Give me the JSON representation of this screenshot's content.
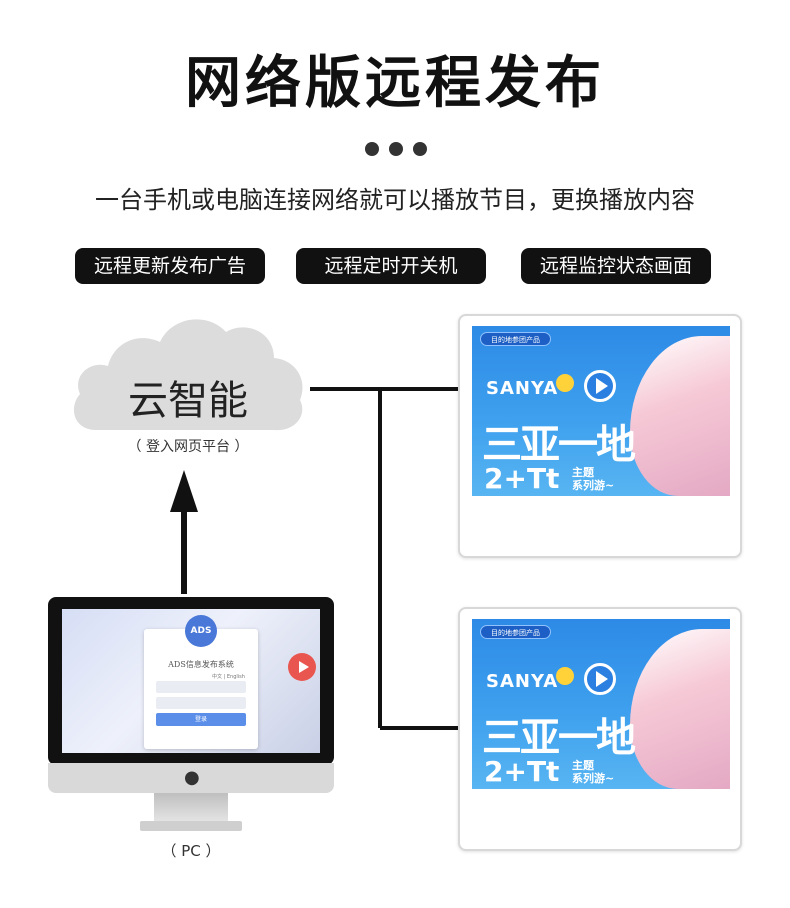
{
  "title": "网络版远程发布",
  "subtitle": "一台手机或电脑连接网络就可以播放节目，更换播放内容",
  "features": [
    "远程更新发布广告",
    "远程定时开关机",
    "远程监控状态画面"
  ],
  "cloud": {
    "label": "云智能",
    "note": "（ 登入网页平台 ）"
  },
  "pc": {
    "label": "（ PC ）",
    "screen": {
      "logo": "ADS",
      "login_title": "ADS信息发布系统",
      "lang": "中文 | English",
      "login_button": "登录"
    }
  },
  "panels": [
    {
      "tag": "目的地参团产品",
      "brand": "SANYA",
      "headline": "三亚一地",
      "version": "2+Tt",
      "theme_line1": "主题",
      "theme_line2": "系列游~"
    },
    {
      "tag": "目的地参团产品",
      "brand": "SANYA",
      "headline": "三亚一地",
      "version": "2+Tt",
      "theme_line1": "主题",
      "theme_line2": "系列游~"
    }
  ],
  "colors": {
    "pill_bg": "#111111",
    "cloud_gray": "#dcdcdc",
    "screen_blue": "#3ea0ee"
  }
}
